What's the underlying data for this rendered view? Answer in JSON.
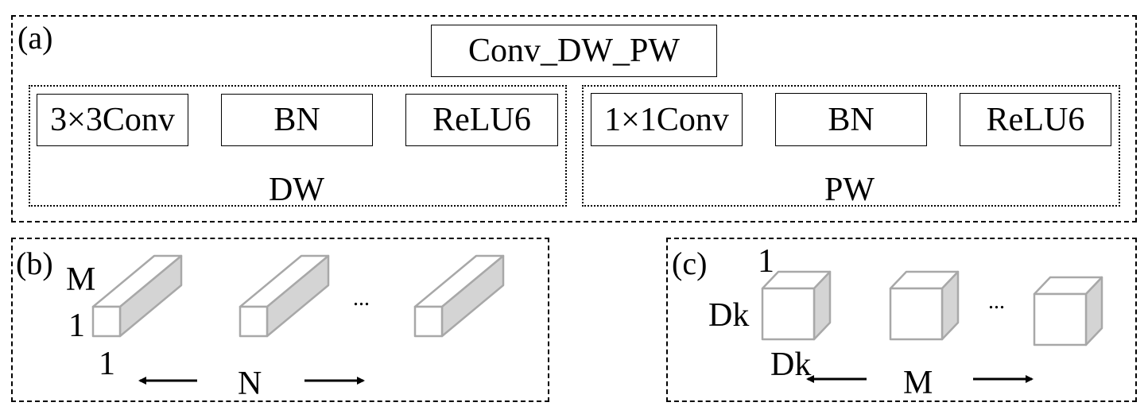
{
  "panel_a": {
    "label": "(a)",
    "title": "Conv_DW_PW",
    "groups": [
      {
        "name": "DW",
        "blocks": [
          "3×3Conv",
          "BN",
          "ReLU6"
        ]
      },
      {
        "name": "PW",
        "blocks": [
          "1×1Conv",
          "BN",
          "ReLU6"
        ]
      }
    ]
  },
  "panel_b": {
    "label": "(b)",
    "dim_depth": "M",
    "dim_height": "1",
    "dim_width": "1",
    "ellipsis": "...",
    "count_label": "N",
    "shape": "cuboid",
    "fill_side": "#d4d4d4",
    "stroke": "#a8a8a8"
  },
  "panel_c": {
    "label": "(c)",
    "dim_depth": "1",
    "dim_height": "Dk",
    "dim_width": "Dk",
    "ellipsis": "...",
    "count_label": "M",
    "shape": "cube",
    "fill_side": "#d4d4d4",
    "stroke": "#a8a8a8"
  }
}
